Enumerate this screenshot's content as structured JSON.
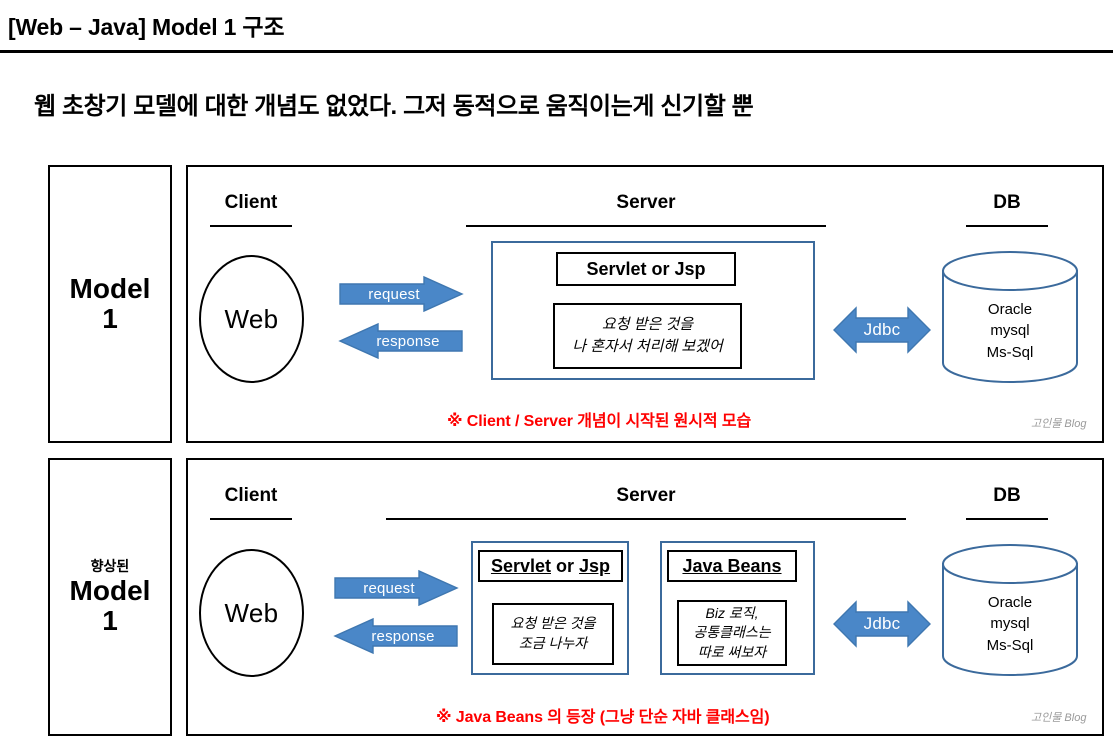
{
  "header": {
    "title": "[Web – Java] Model 1 구조",
    "subtitle": "웹 초창기 모델에 대한 개념도 없었다. 그저 동적으로 움직이는게 신기할 뿐"
  },
  "colors": {
    "arrow_blue": "#4a87c8",
    "arrow_blue_stroke": "#3f77b0",
    "box_blue": "#3b6a9c",
    "db_stroke": "#3b6a9c",
    "note_red": "#ff0000",
    "watermark_gray": "#9a9a9a"
  },
  "panels": [
    {
      "id": "panel-1",
      "side_label": {
        "pre": "",
        "main": "Model",
        "num": "1"
      },
      "columns": [
        {
          "name": "client",
          "label": "Client"
        },
        {
          "name": "server",
          "label": "Server"
        },
        {
          "name": "db",
          "label": "DB"
        }
      ],
      "client_node": "Web",
      "arrows": [
        {
          "name": "request",
          "label": "request",
          "direction": "right"
        },
        {
          "name": "response",
          "label": "response",
          "direction": "left"
        },
        {
          "name": "jdbc",
          "label": "Jdbc",
          "direction": "both"
        }
      ],
      "server_boxes": [
        {
          "name": "servlet-jsp",
          "head": "Servlet or Jsp",
          "head_underline": "none",
          "body": "요청 받은 것을\n나 혼자서 처리해 보겠어"
        }
      ],
      "db": {
        "lines": "Oracle\nmysql\nMs-Sql"
      },
      "note": "※ Client / Server 개념이 시작된 원시적 모습",
      "watermark": "고인물 Blog"
    },
    {
      "id": "panel-2",
      "side_label": {
        "pre": "향상된",
        "main": "Model",
        "num": "1"
      },
      "columns": [
        {
          "name": "client",
          "label": "Client"
        },
        {
          "name": "server",
          "label": "Server"
        },
        {
          "name": "db",
          "label": "DB"
        }
      ],
      "client_node": "Web",
      "arrows": [
        {
          "name": "request",
          "label": "request",
          "direction": "right"
        },
        {
          "name": "response",
          "label": "response",
          "direction": "left"
        },
        {
          "name": "jdbc",
          "label": "Jdbc",
          "direction": "both"
        }
      ],
      "server_boxes": [
        {
          "name": "servlet-jsp",
          "head_parts": {
            "a": "Servlet",
            "mid": " or ",
            "b": "Jsp"
          },
          "head_underline": "partial",
          "body": "요청 받은 것을\n조금 나누자"
        },
        {
          "name": "java-beans",
          "head": "Java Beans",
          "head_underline": "full",
          "body": "Biz 로직,\n공통클래스는\n따로 써보자"
        }
      ],
      "db": {
        "lines": "Oracle\nmysql\nMs-Sql"
      },
      "note": "※ Java Beans 의 등장 (그냥 단순 자바 클래스임)",
      "watermark": "고인물 Blog"
    }
  ]
}
